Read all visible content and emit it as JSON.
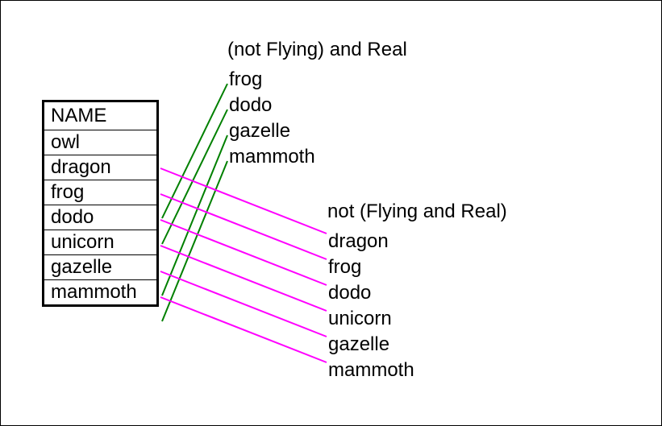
{
  "table": {
    "header": "NAME",
    "rows": [
      "owl",
      "dragon",
      "frog",
      "dodo",
      "unicorn",
      "gazelle",
      "mammoth"
    ]
  },
  "group1": {
    "title": "(not Flying) and Real",
    "items": [
      "frog",
      "dodo",
      "gazelle",
      "mammoth"
    ],
    "color": "#008000"
  },
  "group2": {
    "title": "not (Flying and Real)",
    "items": [
      "dragon",
      "frog",
      "dodo",
      "unicorn",
      "gazelle",
      "mammoth"
    ],
    "color": "#ff00ff"
  }
}
